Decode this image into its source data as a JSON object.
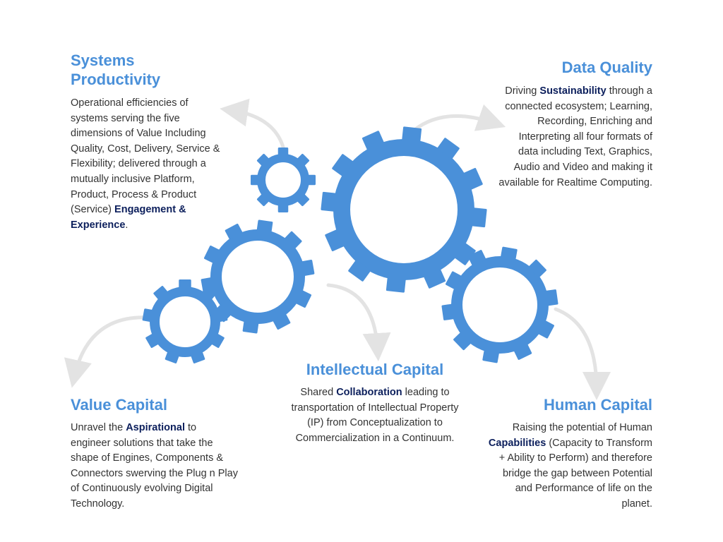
{
  "colors": {
    "gear": "#4a90d9",
    "heading": "#4a90d9",
    "emphasis": "#0c1f5c",
    "arrow": "#e3e3e3",
    "text": "#333333"
  },
  "sections": {
    "systems_productivity": {
      "title_line1": "Systems",
      "title_line2": "Productivity",
      "text_before": "Operational efficiencies of systems serving the five dimensions of Value Including Quality, Cost, Delivery, Service & Flexibility; delivered through a mutually inclusive Platform, Product, Process & Product (Service) ",
      "emphasis": "Engagement & Experience",
      "text_after": "."
    },
    "data_quality": {
      "title": "Data Quality",
      "text_before": "Driving ",
      "emphasis": "Sustainability",
      "text_after": " through a connected ecosystem; Learning, Recording, Enriching and Interpreting all four formats of data including Text, Graphics, Audio and Video and making it available for Realtime Computing."
    },
    "intellectual_capital": {
      "title": "Intellectual Capital",
      "text_before": "Shared ",
      "emphasis": "Collaboration",
      "text_after": " leading to transportation of Intellectual Property (IP) from Conceptualization to Commercialization in a Continuum."
    },
    "value_capital": {
      "title": "Value Capital",
      "text_before": "Unravel the ",
      "emphasis": "Aspirational",
      "text_after": " to engineer solutions that take the shape of Engines, Components & Connectors swerving the Plug n Play of Continuously evolving Digital Technology."
    },
    "human_capital": {
      "title": "Human Capital",
      "text_before": "Raising the potential of Human ",
      "emphasis": "Capabilities",
      "text_after": " (Capacity to Transform + Ability to Perform) and therefore bridge the gap between Potential and Performance of life on the planet."
    }
  }
}
